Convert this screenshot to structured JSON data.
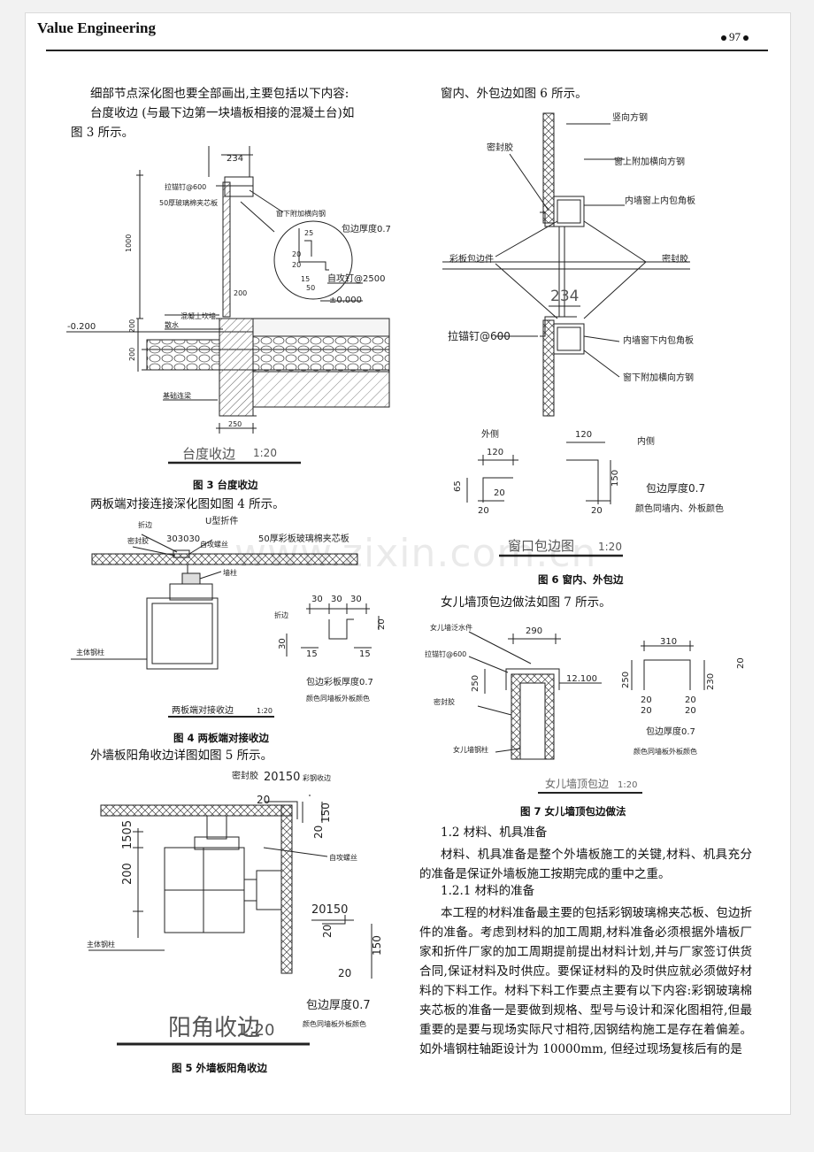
{
  "header": {
    "journal": "Value Engineering",
    "page": "97"
  },
  "left": {
    "intro": "细部节点深化图也要全部画出,主要包括以下内容:",
    "tai_line1": "台度收边 (与最下边第一块墙板相接的混凝土台)如",
    "tai_line2": "图 3 所示。",
    "fig3_caption": "图 3 台度收边",
    "fig4_intro": "两板端对接连接深化图如图 4 所示。",
    "fig4_caption": "图 4 两板端对接收边",
    "fig5_intro": "外墙板阳角收边详图如图 5 所示。",
    "fig5_caption": "图 5 外墙板阳角收边"
  },
  "right": {
    "fig6_intro": "窗内、外包边如图 6 所示。",
    "fig6_caption": "图 6 窗内、外包边",
    "fig7_intro": "女儿墙顶包边做法如图 7 所示。",
    "fig7_caption": "图 7 女儿墙顶包边做法",
    "sec_12": "1.2 材料、机具准备",
    "para1": "材料、机具准备是整个外墙板施工的关键,材料、机具充分的准备是保证外墙板施工按期完成的重中之重。",
    "sec_121": "1.2.1 材料的准备",
    "para2": "本工程的材料准备最主要的包括彩钢玻璃棉夹芯板、包边折件的准备。考虑到材料的加工周期,材料准备必须根据外墙板厂家和折件厂家的加工周期提前提出材料计划,并与厂家签订供货合同,保证材料及时供应。要保证材料的及时供应就必须做好材料的下料工作。材料下料工作要点主要有以下内容:彩钢玻璃棉夹芯板的准备一是要做到规格、型号与设计和深化图相符,但最重要的是要与现场实际尺寸相符,因钢结构施工是存在着偏差。如外墙钢柱轴距设计为 10000mm, 但经过现场复核后有的是"
  },
  "fig3": {
    "title": "台度收边",
    "scale": "1:20",
    "labels": {
      "anchor": "拉锚钉@600",
      "panel": "50厚玻璃棉夹芯板",
      "beam": "窗下附加横向钢",
      "thick": "包边厚度0.7",
      "screw": "自攻钉@2500",
      "elev0": "±0.000",
      "elev1": "-0.200",
      "concrete": "混凝土坎墙",
      "water": "散水",
      "beam2": "基础连梁"
    },
    "dims": {
      "d234": "234",
      "d1000": "1000",
      "d200a": "200",
      "d200b": "200",
      "d200c": "200",
      "d25": "25",
      "d20a": "20",
      "d20b": "20",
      "d15": "15",
      "d50": "50",
      "d250": "250"
    }
  },
  "fig4": {
    "title": "两板端对接收边",
    "scale": "1:20",
    "labels": {
      "fold": "折边",
      "u": "U型折件",
      "seal": "密封胶",
      "dims3030": "303030",
      "screw": "自攻螺丝",
      "panel": "50厚彩板玻璃棉夹芯板",
      "post": "墙柱",
      "column": "主体钢柱",
      "fold2": "折边",
      "thick": "包边彩板厚度0.7",
      "color": "颜色同墙板外板颜色"
    },
    "dims": {
      "d30a": "30",
      "d30b": "30",
      "d30c": "30",
      "d20": "20",
      "d30v": "30",
      "d15a": "15",
      "d15b": "15"
    }
  },
  "fig5": {
    "title": "阳角收边",
    "scale": "1:20",
    "labels": {
      "seal": "密封胶",
      "d20150": "20150",
      "flash": "彩钢收边",
      "screw": "自攻螺丝",
      "column": "主体钢柱",
      "thick": "包边厚度0.7",
      "color": "颜色同墙板外板颜色"
    },
    "dims": {
      "d1505": "1505",
      "d200": "200",
      "d20": "20",
      "d150": "150",
      "d20b": "20",
      "d20150b": "20150",
      "d20c": "20",
      "d20d": "20",
      "d150b": "150"
    }
  },
  "fig6": {
    "title": "窗口包边图",
    "scale": "1:20",
    "labels": {
      "vsteel": "竖向方钢",
      "seal": "密封胶",
      "beamTop": "窗上附加横向方钢",
      "innerTop": "内墙窗上内包角板",
      "flash": "彩板包边件",
      "seal2": "密封胶",
      "d234": "234",
      "anchor": "拉锚钉@600",
      "innerBot": "内墙窗下内包角板",
      "beamBot": "窗下附加横向方钢",
      "outside": "外侧",
      "inside": "内侧",
      "thick": "包边厚度0.7",
      "color": "颜色同墙内、外板颜色"
    },
    "dims": {
      "d120a": "120",
      "d120b": "120",
      "d65": "65",
      "d20a": "20",
      "d150": "150",
      "d20b": "20",
      "d20c": "20"
    }
  },
  "fig7": {
    "title": "女儿墙顶包边",
    "scale": "1:20",
    "labels": {
      "flash": "女儿墙泛水件",
      "anchor": "拉锚钉@600",
      "seal": "密封胶",
      "column": "女儿墙钢柱",
      "elev": "12.100",
      "thick": "包边厚度0.7",
      "color": "颜色同墙板外板颜色"
    },
    "dims": {
      "d290": "290",
      "d250": "250",
      "d310": "310",
      "d250b": "250",
      "d20a": "20",
      "d20b": "20",
      "d20c": "20",
      "d20d": "20",
      "d230": "230",
      "d20e": "20"
    }
  },
  "watermark": "www.zixin.com.cn"
}
